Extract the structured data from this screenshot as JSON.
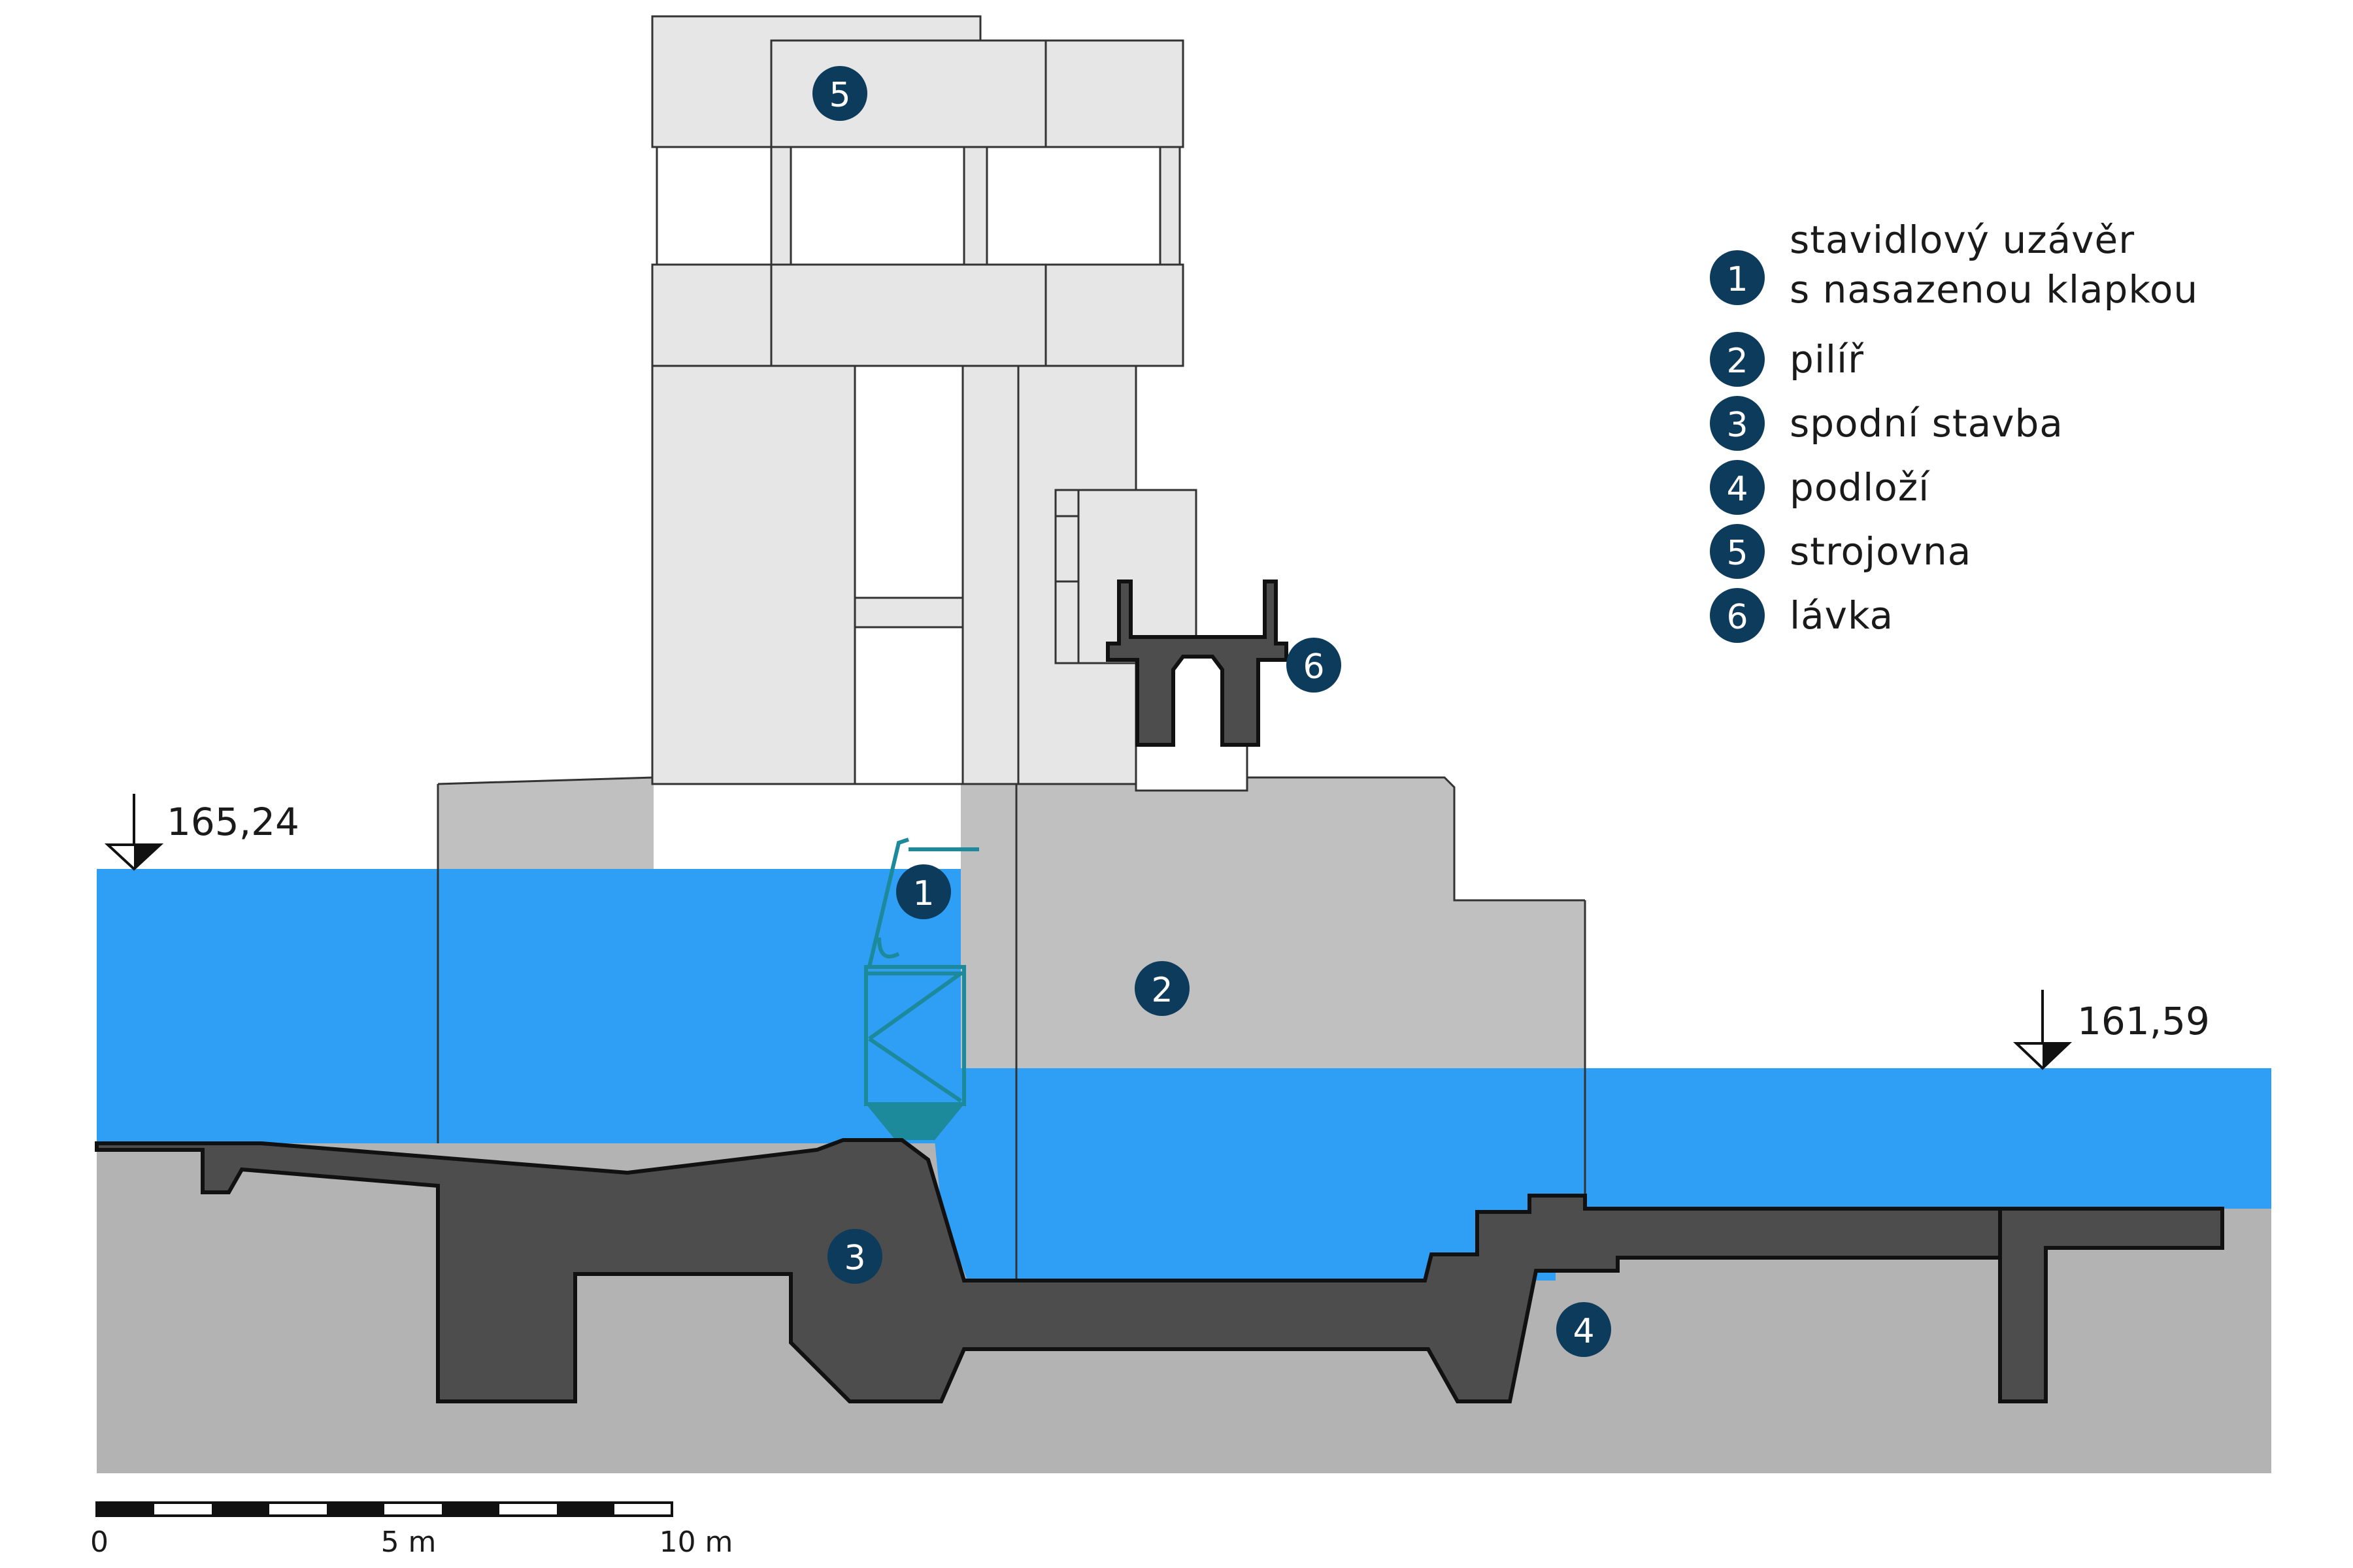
{
  "colors": {
    "water": "#2f9ef5",
    "ground": "#b3b3b3",
    "pier": "#c0c0c0",
    "concrete": "#4d4d4d",
    "tower": "#e6e6e6",
    "gate": "#1c8a9a",
    "marker": "#0d3b5c"
  },
  "markers": [
    "1",
    "2",
    "3",
    "4",
    "5",
    "6"
  ],
  "legend": [
    {
      "num": "1",
      "lines": [
        "stavidlový uzávěr",
        "s nasazenou klapkou"
      ]
    },
    {
      "num": "2",
      "lines": [
        "pilíř"
      ]
    },
    {
      "num": "3",
      "lines": [
        "spodní stavba"
      ]
    },
    {
      "num": "4",
      "lines": [
        "podloží"
      ]
    },
    {
      "num": "5",
      "lines": [
        "strojovna"
      ]
    },
    {
      "num": "6",
      "lines": [
        "lávka"
      ]
    }
  ],
  "elevations": {
    "upstream": "165,24",
    "downstream": "161,59"
  },
  "scale": {
    "labels": [
      "0",
      "5 m",
      "10 m"
    ]
  }
}
